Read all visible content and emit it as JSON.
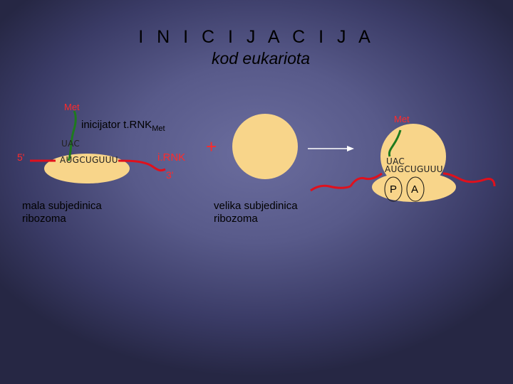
{
  "title": {
    "line1": "I N I C I J A C I J A",
    "line2": "kod eukariota"
  },
  "left": {
    "amino_acid": "Met",
    "trna_label": "inicijator t.RNK",
    "trna_subscript": "Met",
    "anticodon": "UAC",
    "five_prime": "5'",
    "codons": "AUGCUGUUU",
    "mrna_label": "i.RNK",
    "three_prime": "3'",
    "small_subunit_label": "mala subjedinica ribozoma"
  },
  "middle": {
    "plus": "+",
    "large_subunit_label": "velika subjedinica ribozoma"
  },
  "right": {
    "amino_acid": "Met",
    "anticodon": "UAC",
    "codons": "AUGCUGUUU",
    "site_p": "P",
    "site_a": "A"
  },
  "colors": {
    "subunit_fill": "#f8d58a",
    "mrna_red": "#e0101c",
    "trna_green": "#1e7a1e",
    "label_red": "#ff2a2a"
  }
}
